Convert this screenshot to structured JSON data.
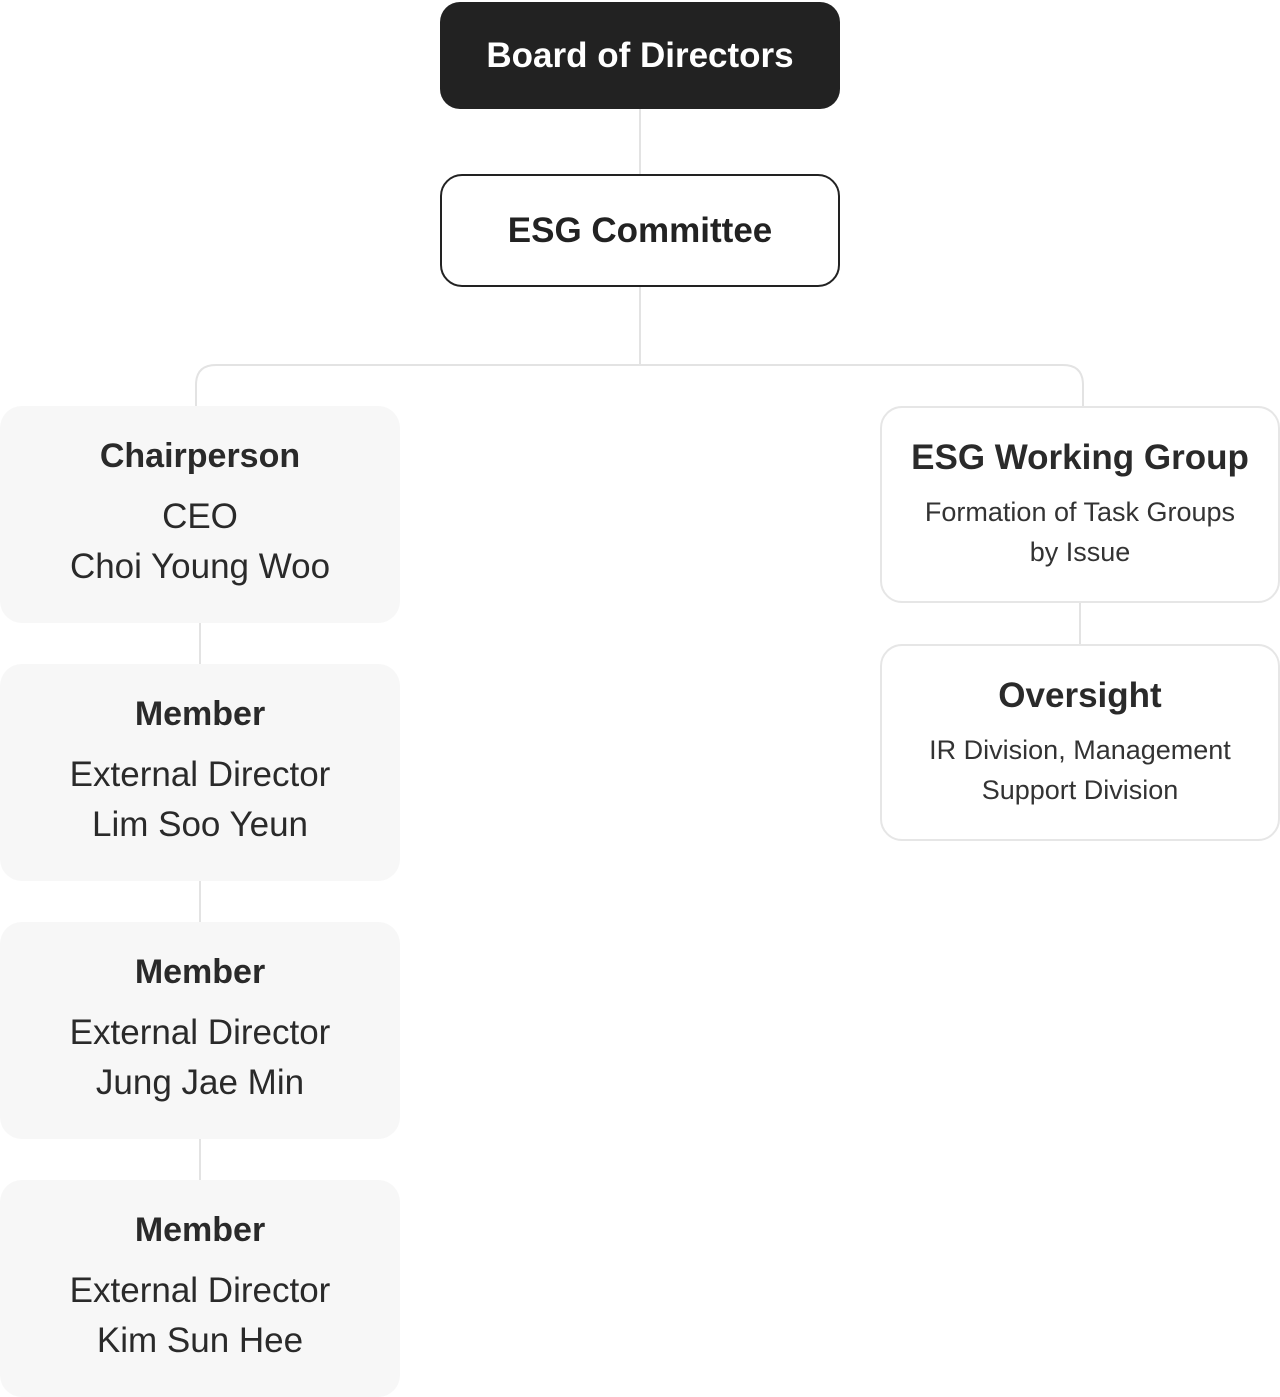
{
  "board": {
    "title": "Board of Directors"
  },
  "committee": {
    "title": "ESG Committee"
  },
  "members": [
    {
      "role": "Chairperson",
      "title": "CEO",
      "name": "Choi Young Woo"
    },
    {
      "role": "Member",
      "title": "External Director",
      "name": "Lim Soo Yeun"
    },
    {
      "role": "Member",
      "title": "External Director",
      "name": "Jung Jae Min"
    },
    {
      "role": "Member",
      "title": "External Director",
      "name": "Kim Sun Hee"
    }
  ],
  "working_group": {
    "title": "ESG Working Group",
    "description": "Formation of Task Groups by Issue"
  },
  "oversight": {
    "title": "Oversight",
    "description": "IR Division, Management Support Division"
  },
  "colors": {
    "board_fill": "#222222",
    "card_fill": "#f7f7f7",
    "connector": "#e3e3e3"
  }
}
